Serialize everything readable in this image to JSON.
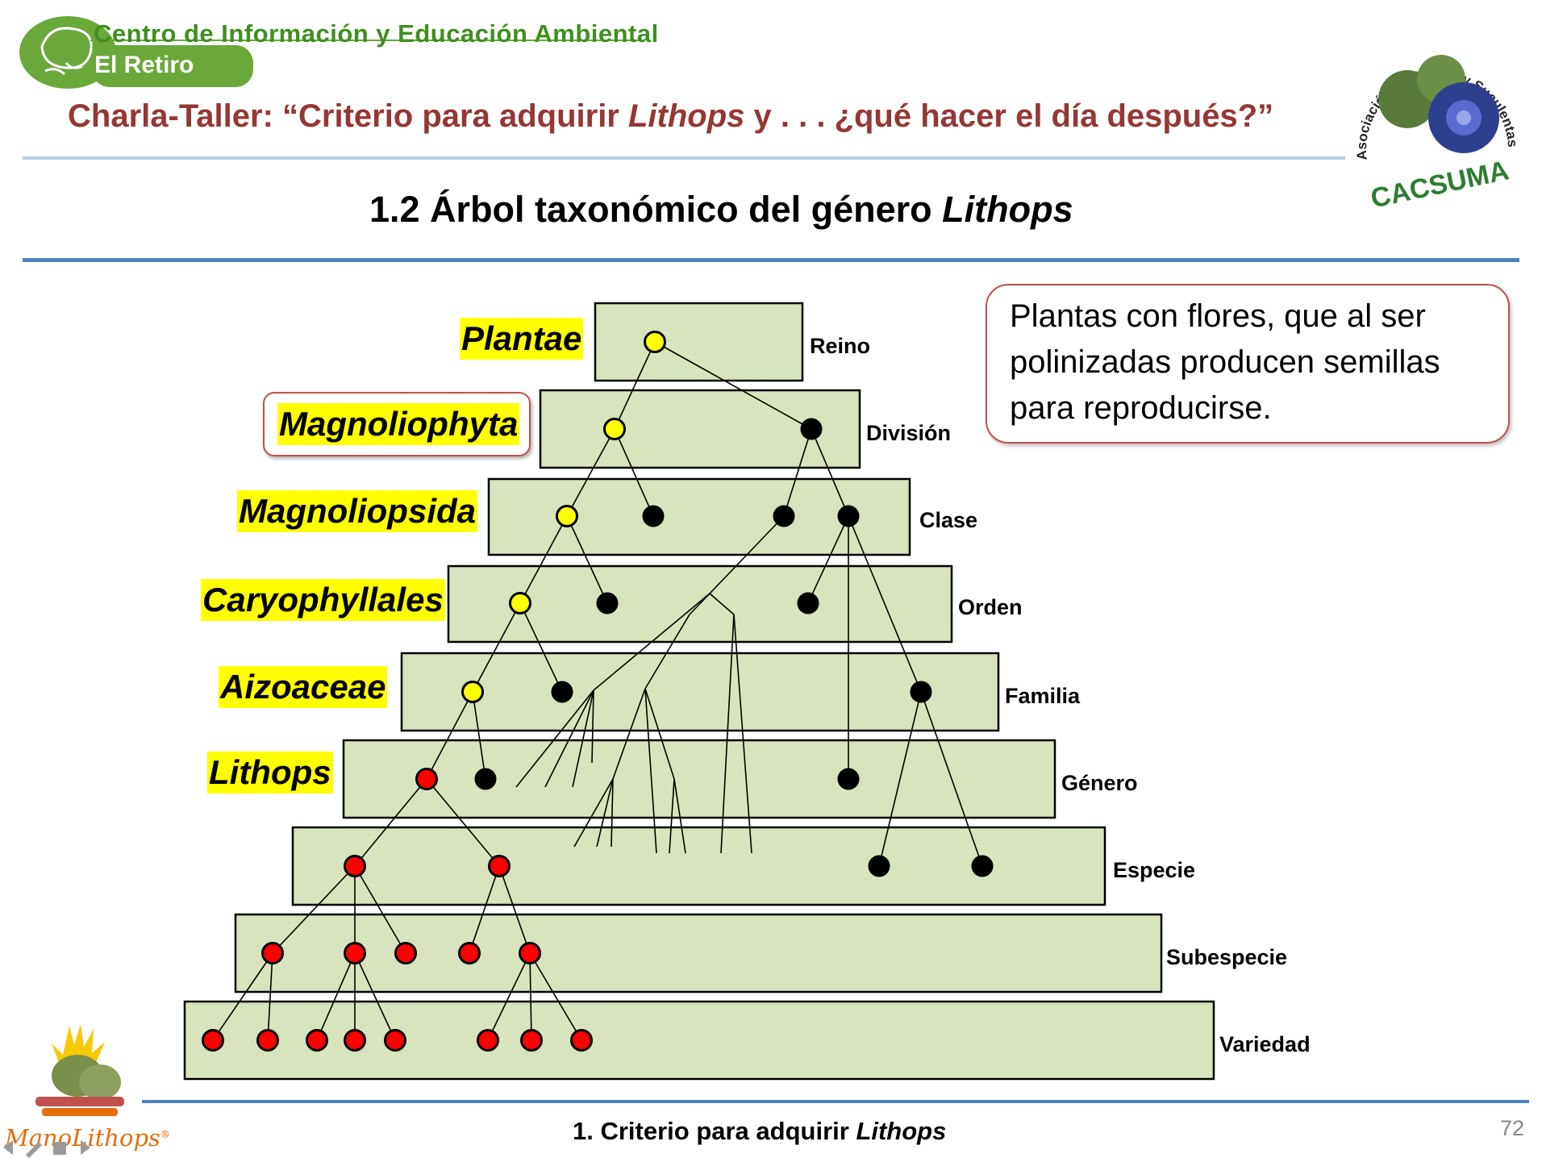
{
  "header": {
    "logo_line1": "Centro de Información y Educación Ambiental",
    "logo_line2": "El Retiro",
    "talk_title_prefix": "Charla-Taller:  “Criterio para adquirir ",
    "talk_title_italic": "Lithops",
    "talk_title_suffix": " y . . . ¿qué hacer el día después?”",
    "right_logo_arc_text": "Asociación de Cactus y Suculentas de Madrid",
    "right_logo_name": "CACSUMA"
  },
  "section_title": {
    "prefix": "1.2 Árbol taxonómico del género ",
    "italic": "Lithops"
  },
  "note": "Plantas con flores, que al ser polinizadas producen semillas para reproducirse.",
  "taxa": [
    "Plantae",
    "Magnoliophyta",
    "Magnoliopsida",
    "Caryophyllales",
    "Aizoaceae",
    "Lithops"
  ],
  "ranks": [
    "Reino",
    "División",
    "Clase",
    "Orden",
    "Familia",
    "Género",
    "Especie",
    "Subespecie",
    "Variedad"
  ],
  "highlighted_taxon": "Magnoliophyta",
  "colors": {
    "box_fill": "#d7e4bd",
    "lineage_node": "#ffff00",
    "lithops_node": "#ff0000",
    "other_node": "#000000",
    "rule": "#4f81bd",
    "title_red": "#953735"
  },
  "footer": {
    "prefix": "1. Criterio para adquirir ",
    "italic": "Lithops",
    "page_number": "72",
    "brand": "ManoLithops",
    "brand_mark": "®"
  }
}
